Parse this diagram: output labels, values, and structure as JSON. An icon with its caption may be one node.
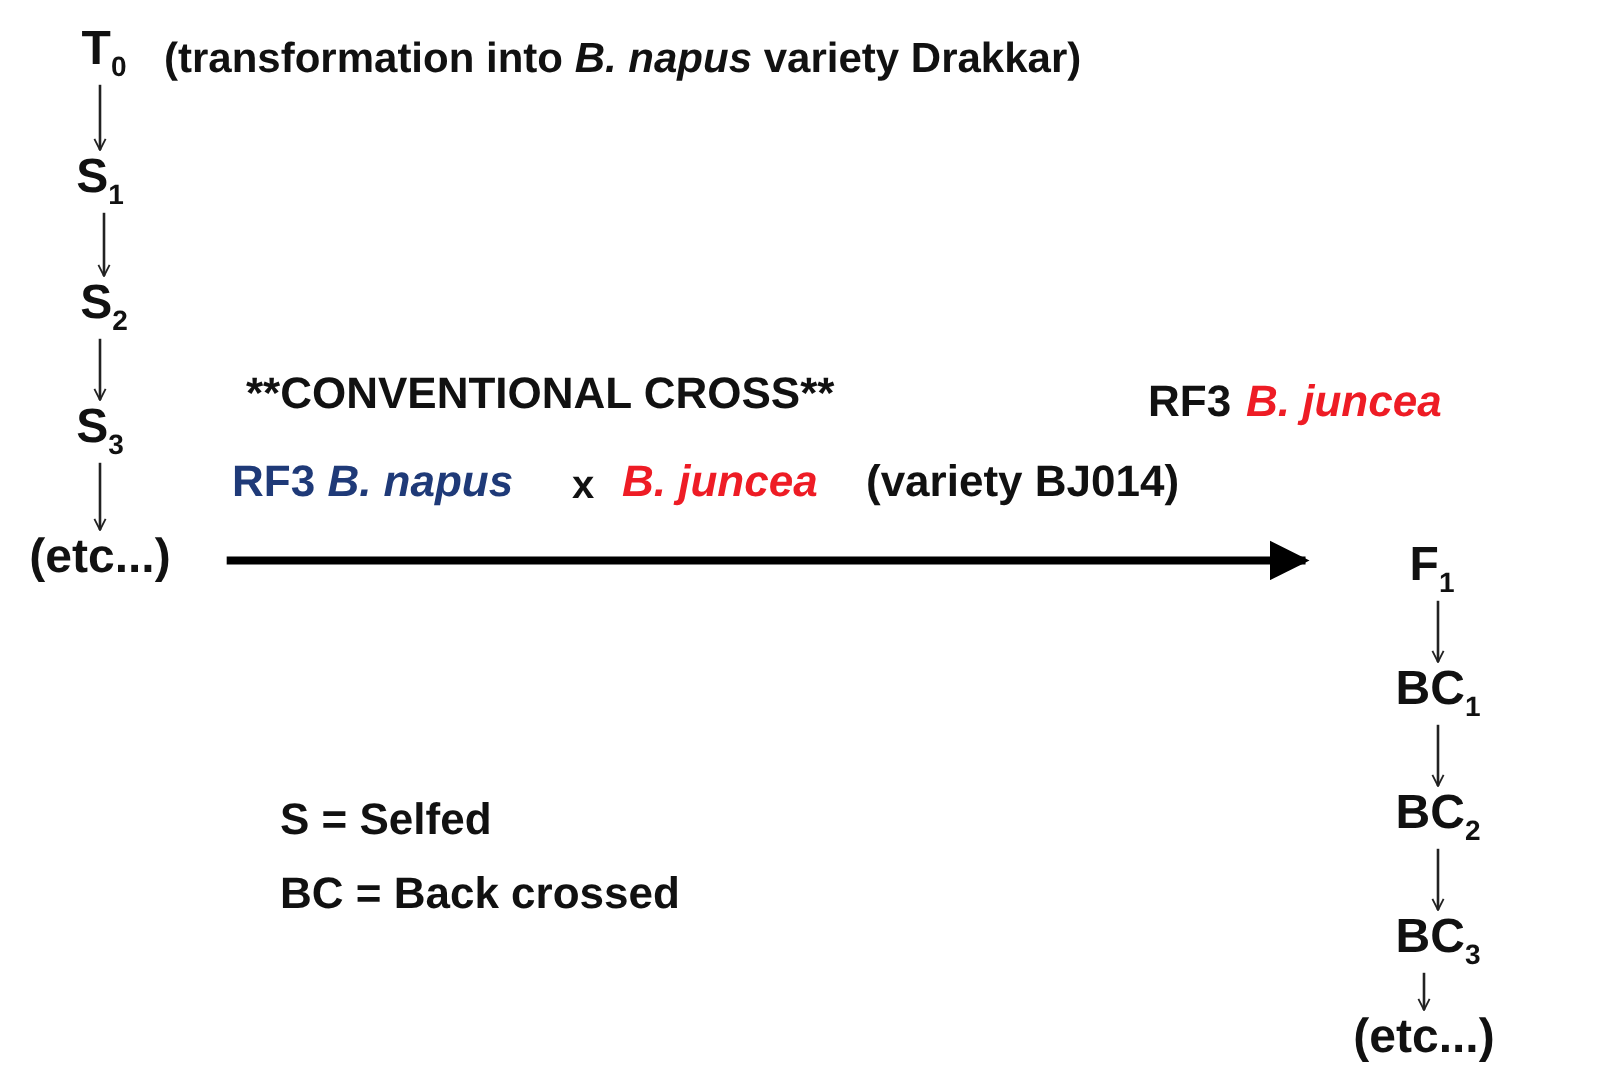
{
  "diagram": {
    "nodes": [
      {
        "text": [
          "T$_{0}$"
        ],
        "beside": [
          "(transformation into *B. napus* variety Drakkar)"
        ]
      },
      {
        "text": [
          "S$_{1}$"
        ]
      },
      {
        "text": [
          "S$_{2}$"
        ]
      },
      {
        "text": [
          "S$_{3}$"
        ]
      },
      {
        "text": [
          "(etc...)"
        ]
      },
      {
        "text": [
          "F$_{1}$"
        ]
      },
      {
        "text": [
          "BC$_{1}$"
        ]
      },
      {
        "text": [
          "BC$_{2}$"
        ]
      },
      {
        "text": [
          "BC$_{3}$"
        ]
      },
      {
        "text": [
          "(etc...)"
        ]
      }
    ],
    "edges": [
      {
        "from": 0,
        "to": 1,
        "arrow": "to"
      },
      {
        "from": 1,
        "to": 2,
        "arrow": "to"
      },
      {
        "from": 2,
        "to": 3,
        "arrow": "to"
      },
      {
        "from": 3,
        "to": 4,
        "arrow": "to"
      },
      {
        "from": 4,
        "to": 5,
        "arrow": "to",
        "style": "thick"
      },
      {
        "from": 5,
        "to": 6,
        "arrow": "to"
      },
      {
        "from": 6,
        "to": 7,
        "arrow": "to"
      },
      {
        "from": 7,
        "to": 8,
        "arrow": "to"
      },
      {
        "from": 8,
        "to": 9,
        "arrow": "to"
      }
    ],
    "labels": [
      "**CONVENTIONAL CROSS**",
      "RF3",
      "B. juncea",
      "RF3 *B. napus*",
      "x",
      "B. juncea",
      "(variety BJ014)",
      "S = Selfed",
      "BC = Back crossed"
    ]
  }
}
